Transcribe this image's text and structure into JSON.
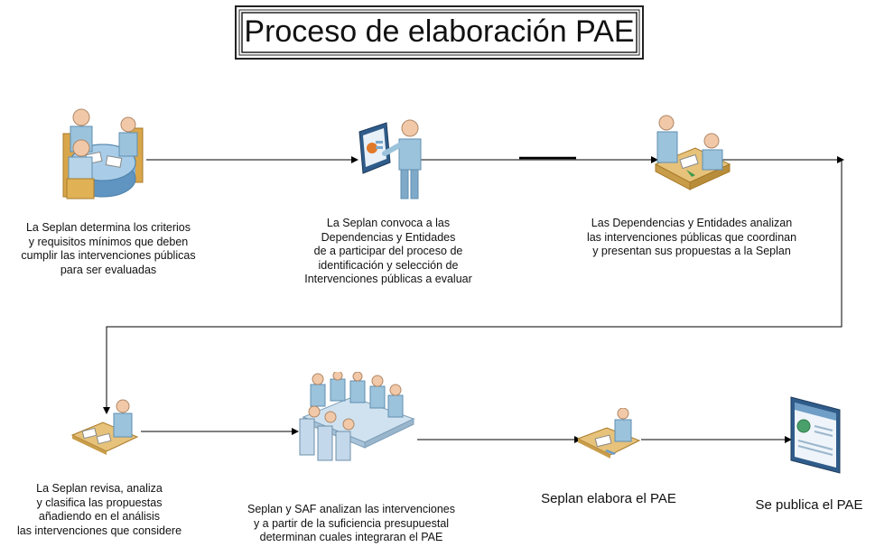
{
  "title": "Proceso de elaboración PAE",
  "steps": [
    {
      "text": "La Seplan determina los criterios\ny requisitos mínimos que deben\ncumplir las intervenciones públicas\npara ser evaluadas",
      "icon": "meeting-table-icon"
    },
    {
      "text": "La Seplan convoca a las\nDependencias y Entidades\nde a participar del proceso de\nidentificación y selección de\nIntervenciones públicas a evaluar",
      "icon": "presenter-icon"
    },
    {
      "text": "Las Dependencias y Entidades analizan\nlas intervenciones públicas que coordinan\ny presentan sus propuestas a la Seplan",
      "icon": "two-people-desk-icon"
    },
    {
      "text": "La Seplan revisa, analiza\ny clasifica las propuestas\nañadiendo en el análisis\nlas intervenciones que considere",
      "icon": "person-desk-icon"
    },
    {
      "text": "Seplan y SAF analizan las intervenciones\ny a partir de la suficiencia presupuestal\ndeterminan cuales integraran el PAE",
      "icon": "conference-group-icon"
    },
    {
      "text": "Seplan elabora el PAE",
      "icon": "person-desk-writing-icon"
    },
    {
      "text": "Se publica el PAE",
      "icon": "web-page-icon"
    }
  ],
  "colors": {
    "people": "#9cc3dc",
    "skin": "#f2c9a8",
    "desk": "#d9b66a",
    "connector": "#000000"
  }
}
